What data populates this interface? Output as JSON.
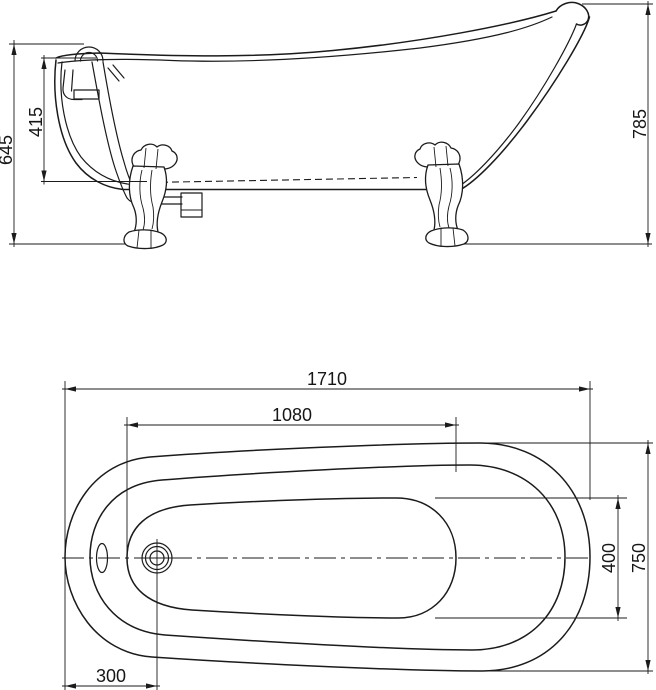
{
  "colors": {
    "line_color": "#1b1b1b",
    "background": "#ffffff"
  },
  "side_view": {
    "dimensions": {
      "overall_height": "645",
      "interior_height": "415",
      "back_height": "785"
    }
  },
  "plan_view": {
    "dimensions": {
      "overall_length": "1710",
      "basin_length": "1080",
      "drain_offset": "300",
      "basin_width": "400",
      "overall_width": "750"
    }
  }
}
